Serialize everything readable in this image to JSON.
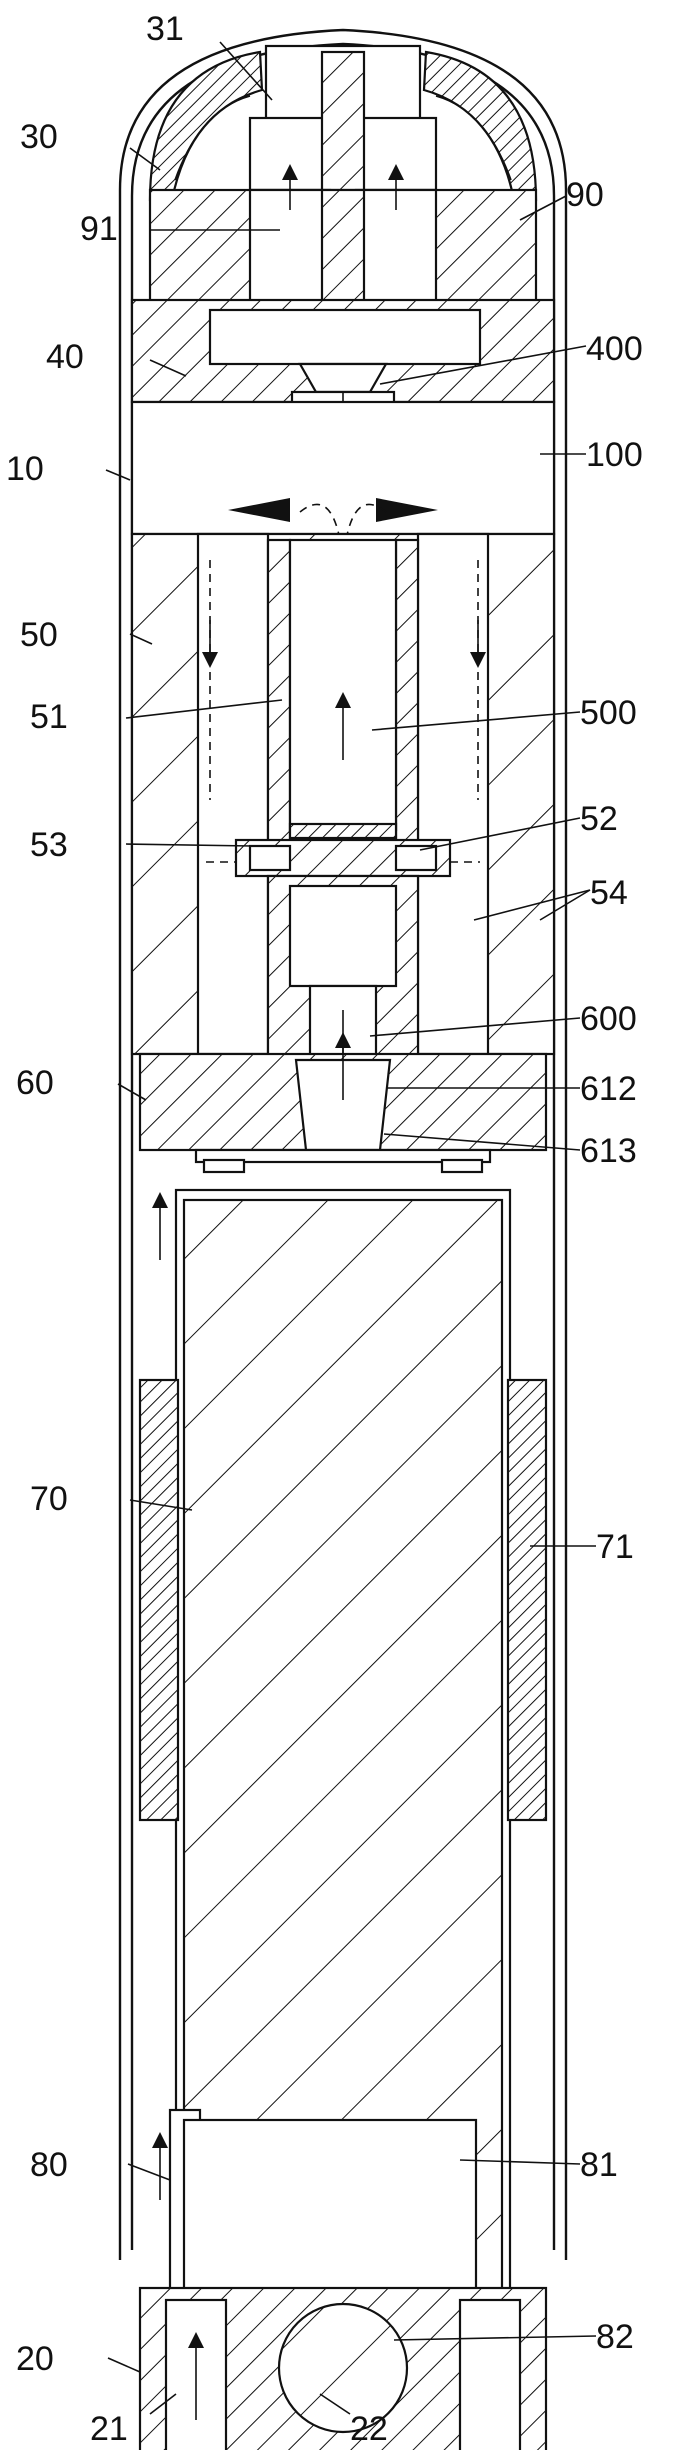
{
  "figure": {
    "labels": {
      "l31": "31",
      "l30": "30",
      "l90": "90",
      "l91": "91",
      "l40": "40",
      "l400": "400",
      "l10": "10",
      "l100": "100",
      "l50": "50",
      "l51": "51",
      "l500": "500",
      "l53": "53",
      "l52": "52",
      "l54": "54",
      "l600": "600",
      "l60": "60",
      "l612": "612",
      "l613": "613",
      "l70": "70",
      "l71": "71",
      "l81": "81",
      "l80": "80",
      "l82": "82",
      "l20": "20",
      "l21": "21",
      "l22": "22"
    }
  }
}
